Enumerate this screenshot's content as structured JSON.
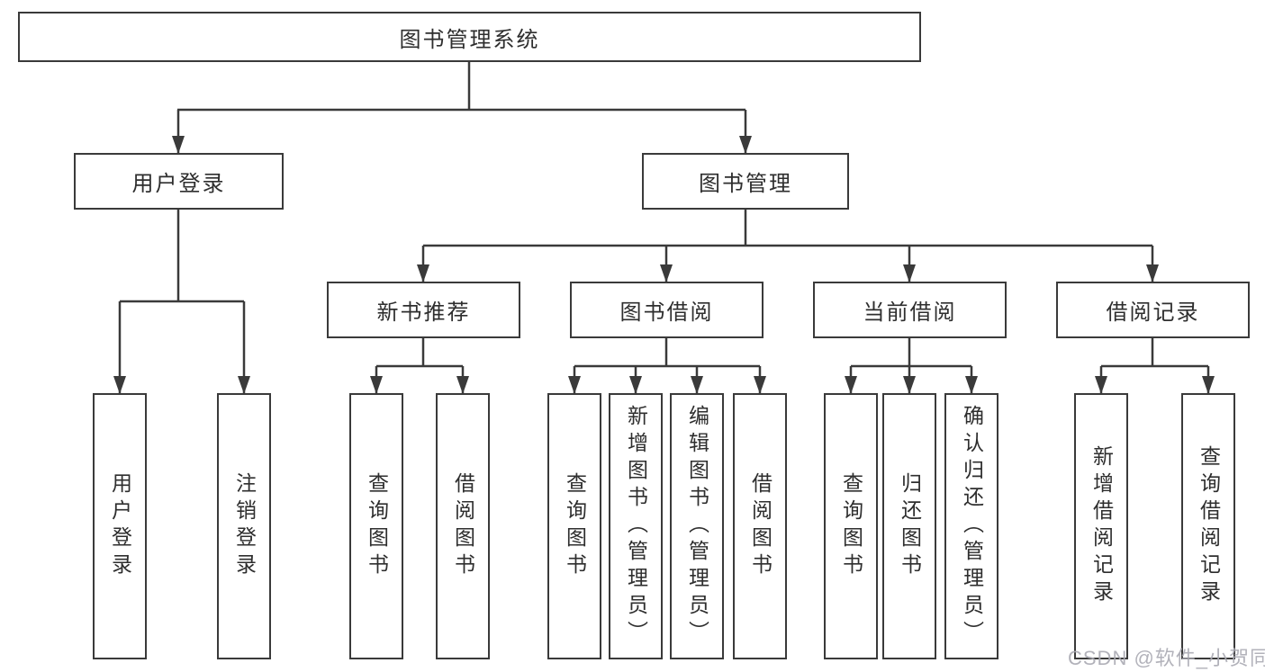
{
  "diagram": {
    "root": {
      "label": "图书管理系统"
    },
    "level1": [
      {
        "label": "用户登录"
      },
      {
        "label": "图书管理"
      }
    ],
    "level2": [
      {
        "label": "新书推荐"
      },
      {
        "label": "图书借阅"
      },
      {
        "label": "当前借阅"
      },
      {
        "label": "借阅记录"
      }
    ],
    "leaves": [
      {
        "label": "用户登录"
      },
      {
        "label": "注销登录"
      },
      {
        "label": "查询图书"
      },
      {
        "label": "借阅图书"
      },
      {
        "label": "查询图书"
      },
      {
        "label": "新增图书（管理员）"
      },
      {
        "label": "编辑图书（管理员）"
      },
      {
        "label": "借阅图书"
      },
      {
        "label": "查询图书"
      },
      {
        "label": "归还图书"
      },
      {
        "label": "确认归还（管理员）"
      },
      {
        "label": "新增借阅记录"
      },
      {
        "label": "查询借阅记录"
      }
    ]
  },
  "watermark": {
    "text": "CSDN @软件_小贺同学"
  },
  "colors": {
    "line": "#3a3a3a",
    "text": "#2e2e2e",
    "background": "#ffffff",
    "watermark": "#aaaab2"
  }
}
